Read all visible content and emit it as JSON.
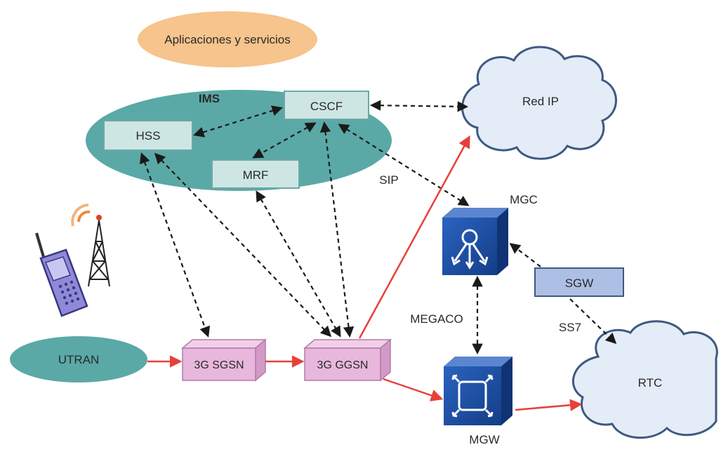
{
  "diagram": {
    "apps_label": "Aplicaciones y servicios",
    "ims_label": "IMS",
    "cscf_label": "CSCF",
    "hss_label": "HSS",
    "mrf_label": "MRF",
    "red_ip_label": "Red IP",
    "rtc_label": "RTC",
    "sip_label": "SIP",
    "mgc_label": "MGC",
    "sgw_label": "SGW",
    "ss7_label": "SS7",
    "megaco_label": "MEGACO",
    "mgw_label": "MGW",
    "utran_label": "UTRAN",
    "sgsn_label": "3G SGSN",
    "ggsn_label": "3G GGSN"
  },
  "colors": {
    "apps_fill": "#f6c48c",
    "ims_fill": "#5aa9a6",
    "box_fill": "#cde6e4",
    "box_stroke": "#6fa7a5",
    "cloud_fill": "#e4ecf8",
    "cloud_stroke": "#3d5a80",
    "node_fill": "#e8b7dc",
    "node_stroke": "#b27bab",
    "device_blue": "#1f4fa3",
    "sgw_fill": "#aebfe5",
    "red_link": "#e5413a",
    "dashed_link": "#1a1a1a"
  }
}
